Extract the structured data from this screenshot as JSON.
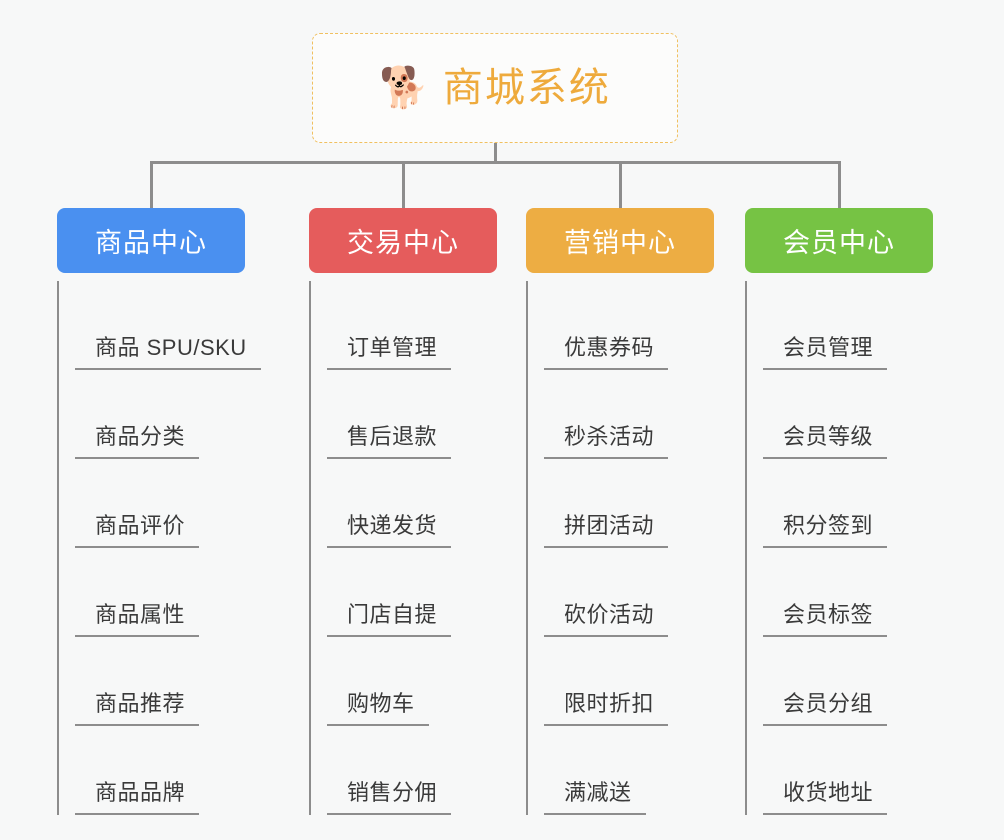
{
  "root": {
    "icon": "shiba-dog-emoji",
    "emoji": "🐕",
    "title": "商城系统",
    "accent_color": "#eeaa3c",
    "border_style": "dashed",
    "background": "#fcfcfb"
  },
  "connector_color": "#8d8d8d",
  "canvas_background": "#f7f8f8",
  "branches": [
    {
      "title": "商品中心",
      "color": "#4a90f0",
      "items": [
        {
          "label": "商品 SPU/SKU"
        },
        {
          "label": "商品分类"
        },
        {
          "label": "商品评价"
        },
        {
          "label": "商品属性"
        },
        {
          "label": "商品推荐"
        },
        {
          "label": "商品品牌"
        }
      ]
    },
    {
      "title": "交易中心",
      "color": "#e55c5c",
      "items": [
        {
          "label": "订单管理"
        },
        {
          "label": "售后退款"
        },
        {
          "label": "快递发货"
        },
        {
          "label": "门店自提"
        },
        {
          "label": "购物车"
        },
        {
          "label": "销售分佣"
        }
      ]
    },
    {
      "title": "营销中心",
      "color": "#edad43",
      "items": [
        {
          "label": "优惠券码"
        },
        {
          "label": "秒杀活动"
        },
        {
          "label": "拼团活动"
        },
        {
          "label": "砍价活动"
        },
        {
          "label": "限时折扣"
        },
        {
          "label": "满减送"
        }
      ]
    },
    {
      "title": "会员中心",
      "color": "#76c344",
      "items": [
        {
          "label": "会员管理"
        },
        {
          "label": "会员等级"
        },
        {
          "label": "积分签到"
        },
        {
          "label": "会员标签"
        },
        {
          "label": "会员分组"
        },
        {
          "label": "收货地址"
        }
      ]
    }
  ]
}
